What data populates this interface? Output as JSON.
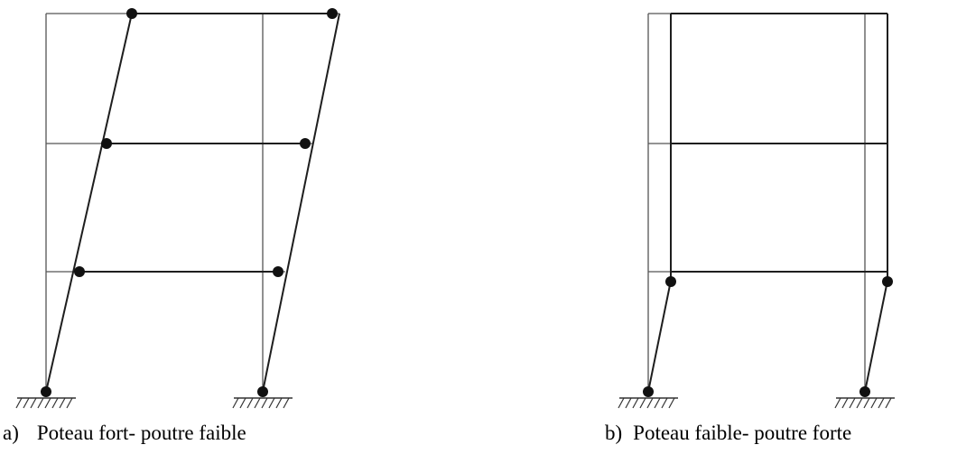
{
  "figure": {
    "panels": [
      {
        "id": "a",
        "marker": "a)",
        "caption": "Poteau fort- poutre faible"
      },
      {
        "id": "b",
        "marker": "b)",
        "caption": "Poteau faible- poutre forte"
      }
    ]
  },
  "colors": {
    "member": "#555555",
    "deformed": "#1e1e1e",
    "hinge": "#111111"
  }
}
